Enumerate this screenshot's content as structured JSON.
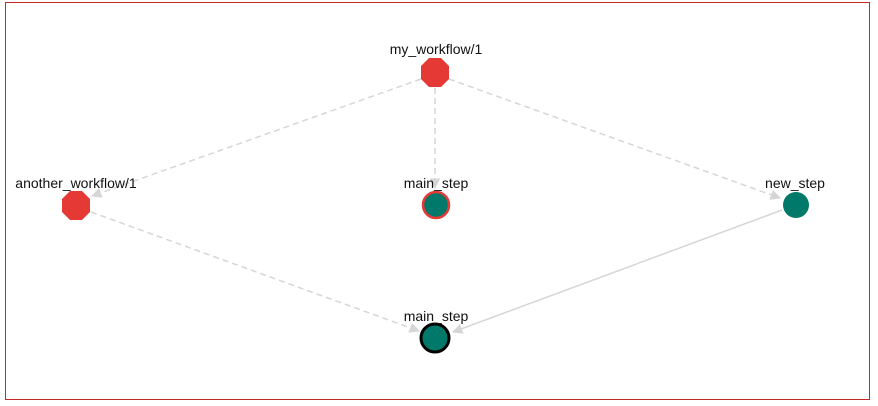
{
  "graph": {
    "colors": {
      "workflow": "#e53935",
      "step": "#00796b",
      "edge": "#d6d6d6",
      "frame": "#c62828",
      "step_outline_error": "#e53935",
      "step_outline_selected": "#000000"
    },
    "nodes": {
      "my_workflow": {
        "label": "my_workflow/1",
        "shape": "octagon"
      },
      "another_workflow": {
        "label": "another_workflow/1",
        "shape": "octagon"
      },
      "main_step_top": {
        "label": "main_step",
        "shape": "circle"
      },
      "new_step": {
        "label": "new_step",
        "shape": "circle"
      },
      "main_step_bottom": {
        "label": "main_step",
        "shape": "circle"
      }
    },
    "edges": [
      {
        "from": "my_workflow",
        "to": "another_workflow",
        "style": "dashed"
      },
      {
        "from": "my_workflow",
        "to": "main_step_top",
        "style": "dashed"
      },
      {
        "from": "my_workflow",
        "to": "new_step",
        "style": "dashed"
      },
      {
        "from": "another_workflow",
        "to": "main_step_bottom",
        "style": "dashed"
      },
      {
        "from": "new_step",
        "to": "main_step_bottom",
        "style": "solid"
      }
    ]
  }
}
